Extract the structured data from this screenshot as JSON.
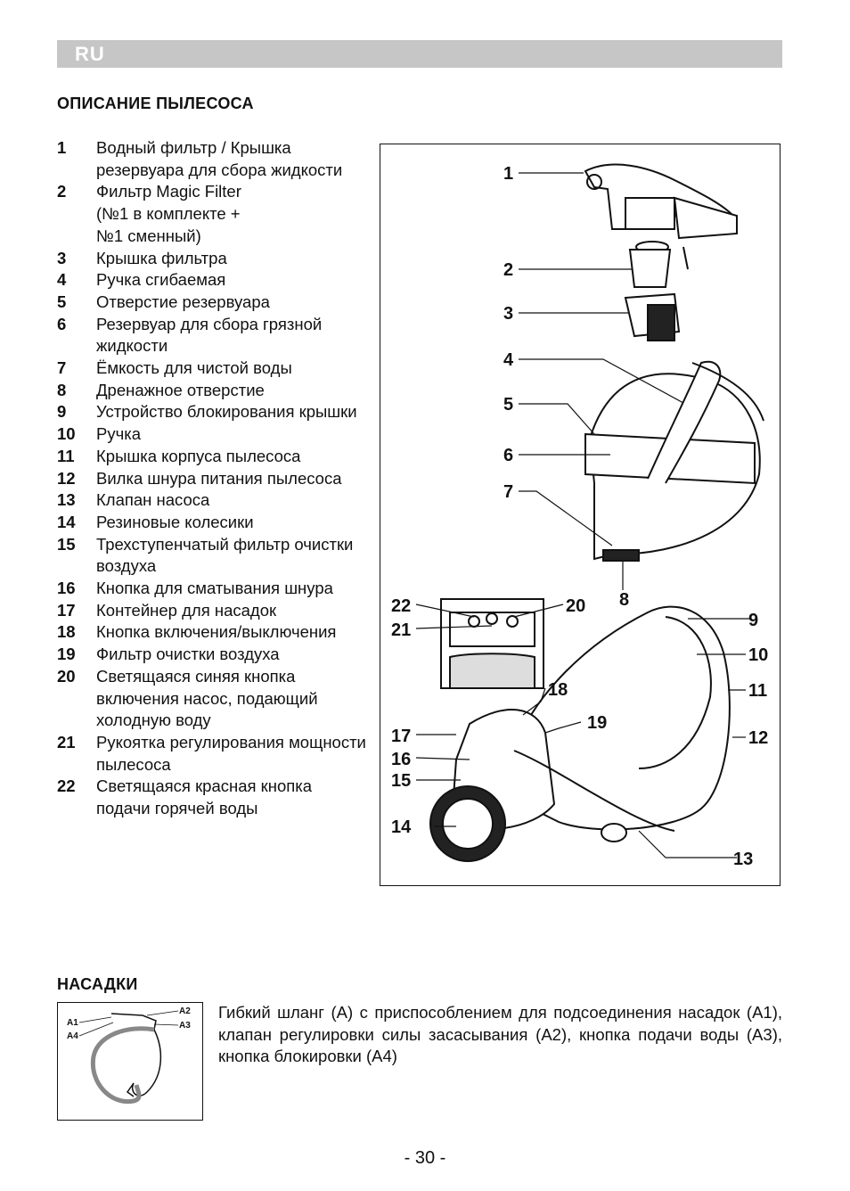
{
  "header": {
    "lang": "RU"
  },
  "description": {
    "title": "ОПИСАНИЕ ПЫЛЕСОСА",
    "items": [
      {
        "num": "1",
        "text": "Водный фильтр / Крышка резервуара для сбора жидкости"
      },
      {
        "num": "2",
        "text": "Фильтр Magic Filter (№1 в комплекте + №1 сменный)"
      },
      {
        "num": "3",
        "text": "Крышка фильтра"
      },
      {
        "num": "4",
        "text": "Ручка сгибаемая"
      },
      {
        "num": "5",
        "text": "Отверстие резервуара"
      },
      {
        "num": "6",
        "text": "Резервуар для сбора грязной жидкости"
      },
      {
        "num": "7",
        "text": "Ёмкость для чистой воды"
      },
      {
        "num": "8",
        "text": "Дренажное отверстие"
      },
      {
        "num": "9",
        "text": "Устройство блокирования крышки"
      },
      {
        "num": "10",
        "text": "Ручка"
      },
      {
        "num": "11",
        "text": "Крышка корпуса пылесоса"
      },
      {
        "num": "12",
        "text": "Вилка шнура питания пылесоса"
      },
      {
        "num": "13",
        "text": "Клапан насоса"
      },
      {
        "num": "14",
        "text": "Резиновые колесики"
      },
      {
        "num": "15",
        "text": "Трехступенчатый фильтр очистки воздуха"
      },
      {
        "num": "16",
        "text": "Кнопка для сматывания шнура"
      },
      {
        "num": "17",
        "text": "Контейнер для насадок"
      },
      {
        "num": "18",
        "text": "Кнопка включения/выключения"
      },
      {
        "num": "19",
        "text": "Фильтр очистки воздуха"
      },
      {
        "num": "20",
        "text": "Светящаяся синяя кнопка включения насос, подающий холодную воду"
      },
      {
        "num": "21",
        "text": "Рукоятка регулирования мощности пылесоса"
      },
      {
        "num": "22",
        "text": "Светящаяся красная кнопка подачи горячей воды"
      }
    ]
  },
  "diagram": {
    "callouts": [
      "1",
      "2",
      "3",
      "4",
      "5",
      "6",
      "7",
      "8",
      "9",
      "10",
      "11",
      "12",
      "13",
      "14",
      "15",
      "16",
      "17",
      "18",
      "19",
      "20",
      "21",
      "22"
    ]
  },
  "accessories": {
    "title": "НАСАДКИ",
    "hose_text": "Гибкий шланг (А) с приспособлением для подсоединения насадок (А1), клапан регулировки силы засасывания (А2), кнопка подачи воды (А3), кнопка блокировки (А4)",
    "hose_labels": {
      "a1": "A1",
      "a2": "A2",
      "a3": "A3",
      "a4": "A4"
    }
  },
  "footer": {
    "page_number": "- 30 -"
  }
}
